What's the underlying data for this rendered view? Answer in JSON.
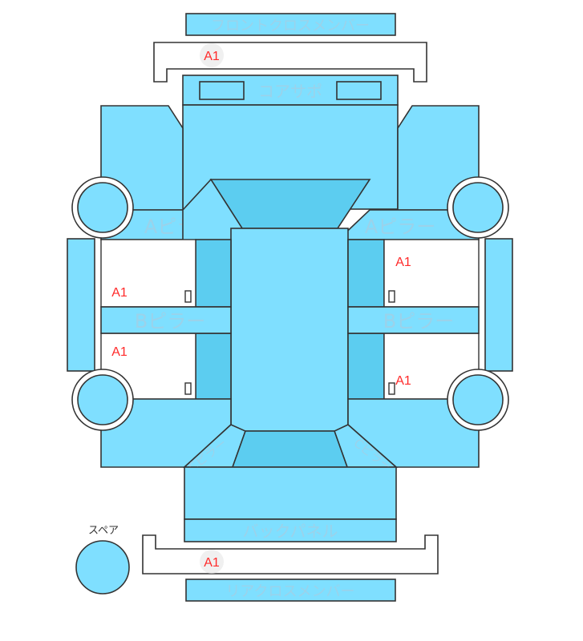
{
  "labels": {
    "front_cross_member": "フロントクロスメンバー",
    "core_support": "コアサポ",
    "a_pillar_left": "Aピラー",
    "a_pillar_right": "Aピラー",
    "b_pillar_left": "Bピラー",
    "b_pillar_right": "Bピラー",
    "c_pillar_left": "Cピラー",
    "c_pillar_right": "Cピラー",
    "back_panel": "バックパネル",
    "rear_cross_member": "リアクロスメンバー",
    "spare": "スペア"
  },
  "damage_marks": {
    "front_cross_member": "A1",
    "front_door_left": "A1",
    "rear_door_left": "A1",
    "front_door_right": "A1",
    "rear_door_right": "A1",
    "rear_cross_member": "A1"
  },
  "colors": {
    "panel": "#7fdfff",
    "panel_dark": "#5ccdf0",
    "outline": "#333333",
    "label": "#9bd2ea",
    "damage": "#ff2a2a"
  }
}
